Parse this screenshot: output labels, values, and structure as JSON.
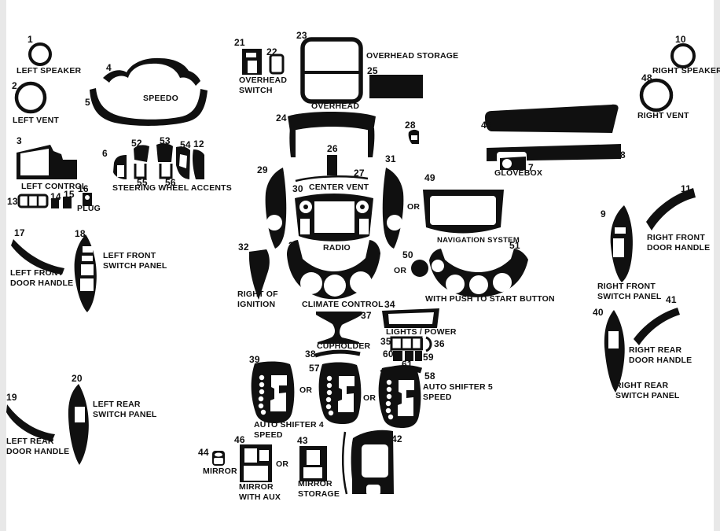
{
  "colors": {
    "ink": "#101010",
    "bg": "#ffffff"
  },
  "labels": {
    "p1": "1",
    "p2": "2",
    "p3": "3",
    "p4": "4",
    "p5": "5",
    "p6": "6",
    "p7": "7",
    "p8": "8",
    "p9": "9",
    "p10": "10",
    "p11": "11",
    "p12": "12",
    "p13": "13",
    "p14": "14",
    "p15": "15",
    "p16": "16",
    "p17": "17",
    "p18": "18",
    "p19": "19",
    "p20": "20",
    "p21": "21",
    "p22": "22",
    "p23": "23",
    "p24": "24",
    "p25": "25",
    "p26": "26",
    "p27": "27",
    "p28": "28",
    "p29": "29",
    "p30": "30",
    "p31": "31",
    "p32": "32",
    "p33": "33",
    "p34": "34",
    "p35": "35",
    "p36": "36",
    "p37": "37",
    "p38": "38",
    "p39": "39",
    "p40": "40",
    "p41": "41",
    "p42": "42",
    "p43": "43",
    "p44": "44",
    "p45": "45",
    "p46": "46",
    "p48": "48",
    "p49": "49",
    "p50": "50",
    "p51": "51",
    "p52": "52",
    "p53": "53",
    "p54": "54",
    "p55": "55",
    "p56": "56",
    "p57": "57",
    "p58": "58",
    "p59": "59",
    "p60": "60",
    "p61": "61",
    "left_speaker": "LEFT SPEAKER",
    "left_vent": "LEFT VENT",
    "left_control": "LEFT CONTROL",
    "speedo": "SPEEDO",
    "steering_accents": "STEERING WHEEL ACCENTS",
    "plug": "PLUG",
    "left_front_door": "LEFT FRONT DOOR HANDLE",
    "left_front_switch": "LEFT FRONT SWITCH PANEL",
    "left_rear_door": "LEFT REAR DOOR HANDLE",
    "left_rear_switch": "LEFT REAR SWITCH PANEL",
    "overhead_switch": "OVERHEAD SWITCH",
    "overhead": "OVERHEAD",
    "overhead_storage": "OVERHEAD STORAGE",
    "center_vent": "CENTER VENT",
    "radio": "RADIO",
    "glovebox": "GLOVEBOX",
    "right_speaker": "RIGHT SPEAKER",
    "right_vent": "RIGHT VENT",
    "right_front_door": "RIGHT FRONT DOOR HANDLE",
    "right_front_switch": "RIGHT FRONT SWITCH PANEL",
    "right_rear_door": "RIGHT REAR DOOR HANDLE",
    "right_rear_switch": "RIGHT REAR SWITCH PANEL",
    "navigation": "NAVIGATION SYSTEM",
    "push_start": "WITH PUSH TO START BUTTON",
    "right_ignition": "RIGHT OF IGNITION",
    "climate": "CLIMATE CONTROL",
    "cupholder": "CUPHOLDER",
    "lights_power": "LIGHTS / POWER",
    "shifter4": "AUTO SHIFTER 4 SPEED",
    "shifter5": "AUTO SHIFTER 5 SPEED",
    "mirror": "MIRROR",
    "mirror_aux": "MIRROR WITH AUX",
    "mirror_storage": "MIRROR STORAGE",
    "or": "OR"
  }
}
